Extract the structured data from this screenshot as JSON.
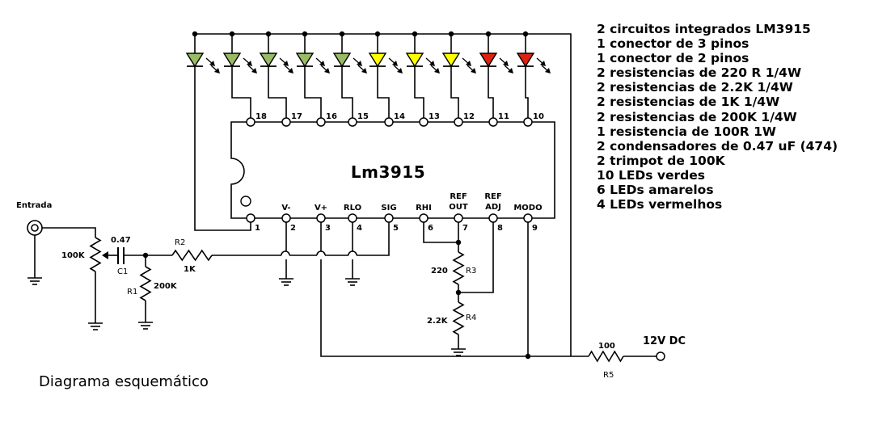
{
  "title": "Lm3915",
  "caption": "Diagrama esquemático",
  "parts_list": [
    "2 circuitos integrados LM3915",
    "1 conector de 3 pinos",
    "1 conector de 2 pinos",
    "2 resistencias de 220 R 1/4W",
    "2 resistencias de 2.2K 1/4W",
    "2 resistencias de 1K 1/4W",
    "2 resistencias de 200K 1/4W",
    "1 resistencia de 100R 1W",
    "2 condensadores de 0.47 uF (474)",
    "2 trimpot de 100K",
    "10 LEDs verdes",
    "6 LEDs amarelos",
    "4 LEDs vermelhos"
  ],
  "top_pins": [
    "18",
    "17",
    "16",
    "15",
    "14",
    "13",
    "12",
    "11",
    "10"
  ],
  "bottom_pins": [
    {
      "num": "1",
      "label": ""
    },
    {
      "num": "2",
      "label": "V-"
    },
    {
      "num": "3",
      "label": "V+"
    },
    {
      "num": "4",
      "label": "RLO"
    },
    {
      "num": "5",
      "label": "SIG"
    },
    {
      "num": "6",
      "label": "RHI"
    },
    {
      "num": "7",
      "label": "REF OUT"
    },
    {
      "num": "8",
      "label": "REF ADJ"
    },
    {
      "num": "9",
      "label": "MODO"
    }
  ],
  "leds": [
    {
      "color": "green"
    },
    {
      "color": "green"
    },
    {
      "color": "green"
    },
    {
      "color": "green"
    },
    {
      "color": "green"
    },
    {
      "color": "yellow"
    },
    {
      "color": "yellow"
    },
    {
      "color": "yellow"
    },
    {
      "color": "red"
    },
    {
      "color": "red"
    }
  ],
  "colors": {
    "green": "#99bb66",
    "yellow": "#ffff00",
    "red": "#dd2211",
    "wire": "#000000"
  },
  "components": {
    "input_label": "Entrada",
    "pot_value": "100K",
    "cap_value": "0.47",
    "cap_name": "C1",
    "r2_name": "R2",
    "r2_value": "1K",
    "r1_name": "R1",
    "r1_value": "200K",
    "r3_value": "220",
    "r3_name": "R3",
    "r4_value": "2.2K",
    "r4_name": "R4",
    "r5_value": "100",
    "r5_name": "R5",
    "supply_label": "12V DC"
  }
}
